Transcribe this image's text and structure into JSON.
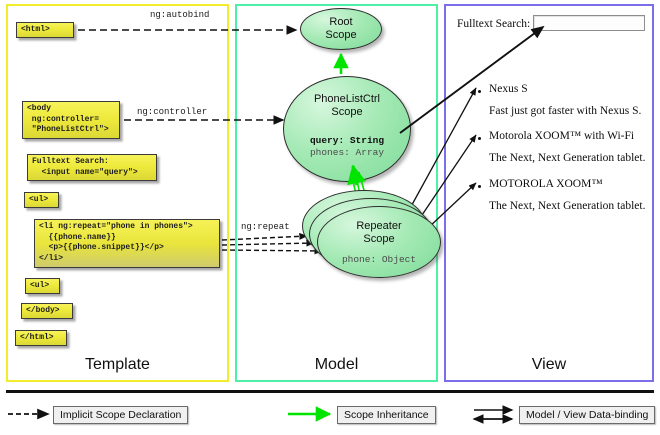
{
  "panels": [
    {
      "key": "template",
      "label": "Template",
      "border_color": "#f3ec2a"
    },
    {
      "key": "model",
      "label": "Model",
      "border_color": "#4cf0a8"
    },
    {
      "key": "view",
      "label": "View",
      "border_color": "#7b6ee8"
    }
  ],
  "template": {
    "boxes": [
      {
        "name": "html-open-tag",
        "text": "<html>"
      },
      {
        "name": "body-controller-tag",
        "text": "<body\n ng:controller=\n \"PhoneListCtrl\">"
      },
      {
        "name": "fulltext-search-input-markup",
        "text": "Fulltext Search:\n  <input name=\"query\">"
      },
      {
        "name": "ul-open-tag",
        "text": "<ul>"
      },
      {
        "name": "li-ng-repeat-markup",
        "text": "<li ng:repeat=\"phone in phones\">\n  {{phone.name}}\n  <p>{{phone.snippet}}</p>\n</li>"
      },
      {
        "name": "ul-close-tag",
        "text": "<ul>"
      },
      {
        "name": "body-close-tag",
        "text": "</body>"
      },
      {
        "name": "html-close-tag",
        "text": "</html>"
      }
    ]
  },
  "model": {
    "scopes": [
      {
        "name": "root-scope",
        "title": "Root\nScope",
        "title_lines": [
          "Root",
          "Scope"
        ],
        "properties": []
      },
      {
        "name": "phonelistctrl-scope",
        "title_lines": [
          "PhoneListCtrl",
          "Scope"
        ],
        "properties": [
          {
            "text": "query: String",
            "emphasis": "bold"
          },
          {
            "text": "phones: Array",
            "emphasis": "normal"
          }
        ]
      },
      {
        "name": "repeater-scope",
        "title_lines": [
          "Repeater",
          "Scope"
        ],
        "properties": [
          {
            "text": "phone: Object",
            "emphasis": "normal"
          }
        ]
      }
    ],
    "edge_labels": {
      "autobind": "ng:autobind",
      "controller": "ng:controller",
      "repeat": "ng:repeat"
    }
  },
  "view": {
    "search_label": "Fulltext Search:",
    "search_value": "",
    "search_placeholder": "",
    "items": [
      {
        "name": "Nexus S",
        "snippet": "Fast just got faster with Nexus S."
      },
      {
        "name": "Motorola XOOM™  with Wi-Fi",
        "snippet": "The Next, Next Generation tablet."
      },
      {
        "name": "MOTOROLA XOOM™",
        "snippet": "The Next, Next Generation tablet."
      }
    ]
  },
  "legend": [
    {
      "name": "legend-implicit-scope-declaration",
      "label": "Implicit Scope Declaration",
      "arrow": "dashed-single",
      "color": "#111111"
    },
    {
      "name": "legend-scope-inheritance",
      "label": "Scope Inheritance",
      "arrow": "solid-single",
      "color": "#00e400"
    },
    {
      "name": "legend-model-view-data-binding",
      "label": "Model / View Data-binding",
      "arrow": "solid-double",
      "color": "#111111"
    }
  ],
  "colors": {
    "template_border": "#f3ec2a",
    "model_border": "#4cf0a8",
    "view_border": "#7b6ee8",
    "scope_fill": "#a6eab6",
    "code_fill": "#eeea3c",
    "inheritance_arrow": "#00e400"
  }
}
